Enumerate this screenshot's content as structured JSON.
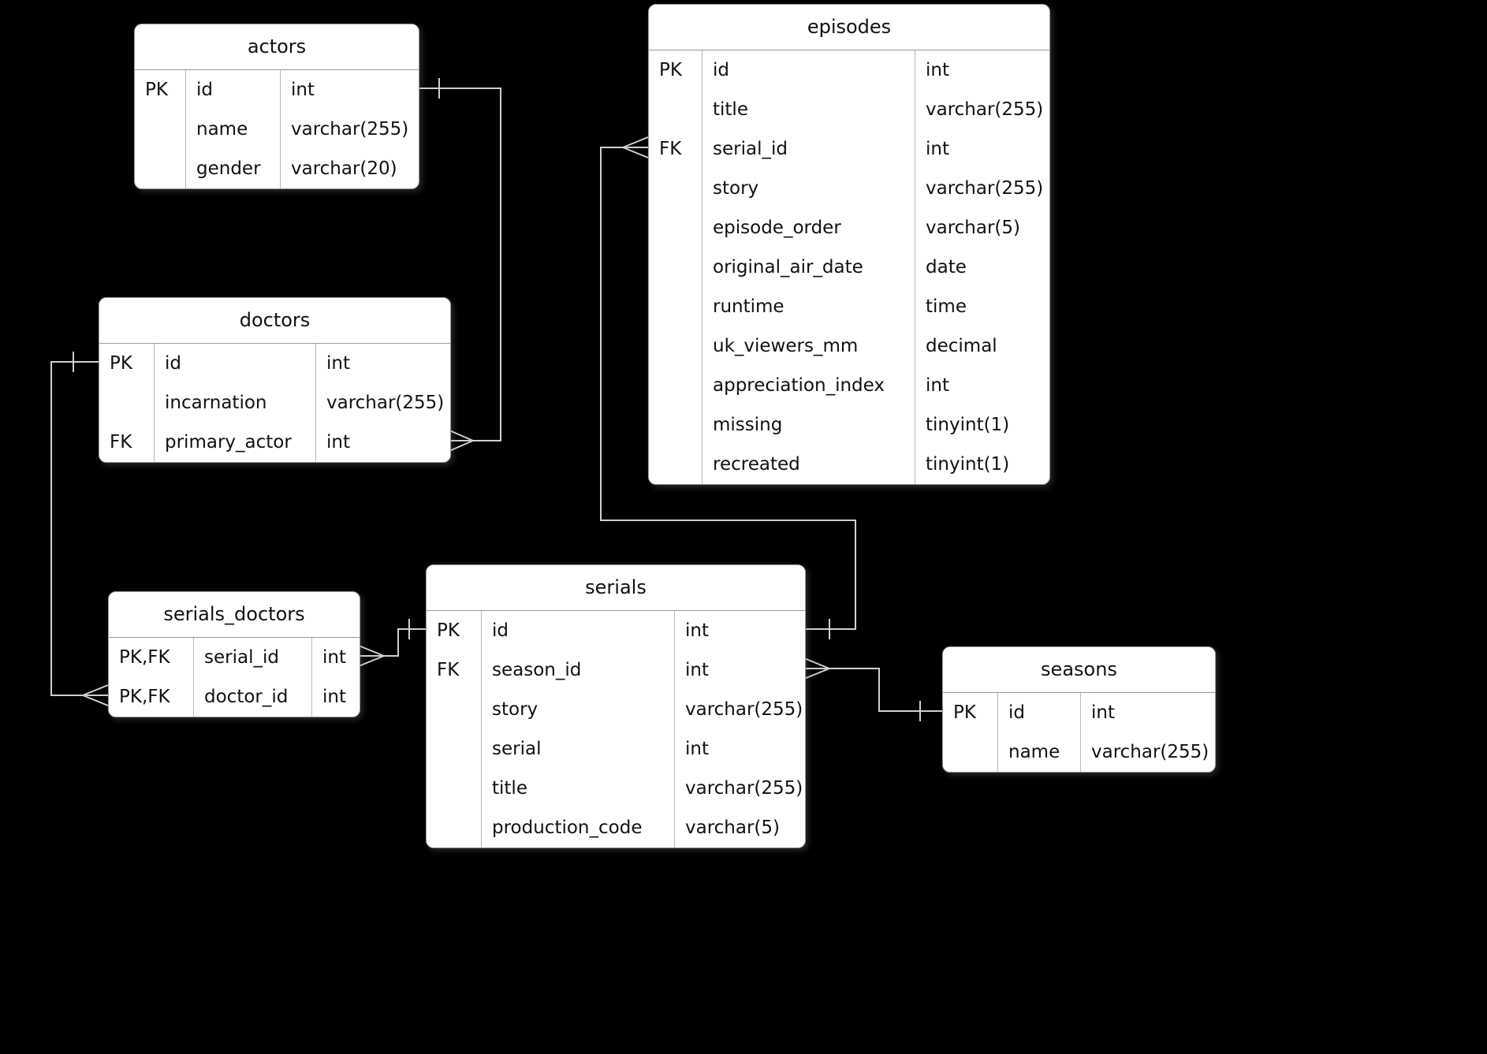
{
  "diagram_type": "entity-relationship-diagram",
  "colors": {
    "background": "#000000",
    "table_fill": "#ffffff",
    "table_border": "#9a9a9a",
    "text": "#111111",
    "relationship_line": "#cfcfcf"
  },
  "tables": {
    "actors": {
      "title": "actors",
      "rows": [
        {
          "key": "PK",
          "name": "id",
          "type": "int"
        },
        {
          "key": "",
          "name": "name",
          "type": "varchar(255)"
        },
        {
          "key": "",
          "name": "gender",
          "type": "varchar(20)"
        }
      ]
    },
    "episodes": {
      "title": "episodes",
      "rows": [
        {
          "key": "PK",
          "name": "id",
          "type": "int"
        },
        {
          "key": "",
          "name": "title",
          "type": "varchar(255)"
        },
        {
          "key": "FK",
          "name": "serial_id",
          "type": "int"
        },
        {
          "key": "",
          "name": "story",
          "type": "varchar(255)"
        },
        {
          "key": "",
          "name": "episode_order",
          "type": "varchar(5)"
        },
        {
          "key": "",
          "name": "original_air_date",
          "type": "date"
        },
        {
          "key": "",
          "name": "runtime",
          "type": "time"
        },
        {
          "key": "",
          "name": "uk_viewers_mm",
          "type": "decimal"
        },
        {
          "key": "",
          "name": "appreciation_index",
          "type": "int"
        },
        {
          "key": "",
          "name": "missing",
          "type": "tinyint(1)"
        },
        {
          "key": "",
          "name": "recreated",
          "type": "tinyint(1)"
        }
      ]
    },
    "doctors": {
      "title": "doctors",
      "rows": [
        {
          "key": "PK",
          "name": "id",
          "type": "int"
        },
        {
          "key": "",
          "name": "incarnation",
          "type": "varchar(255)"
        },
        {
          "key": "FK",
          "name": "primary_actor",
          "type": "int"
        }
      ]
    },
    "serials_doctors": {
      "title": "serials_doctors",
      "rows": [
        {
          "key": "PK,FK",
          "name": "serial_id",
          "type": "int"
        },
        {
          "key": "PK,FK",
          "name": "doctor_id",
          "type": "int"
        }
      ]
    },
    "serials": {
      "title": "serials",
      "rows": [
        {
          "key": "PK",
          "name": "id",
          "type": "int"
        },
        {
          "key": "FK",
          "name": "season_id",
          "type": "int"
        },
        {
          "key": "",
          "name": "story",
          "type": "varchar(255)"
        },
        {
          "key": "",
          "name": "serial",
          "type": "int"
        },
        {
          "key": "",
          "name": "title",
          "type": "varchar(255)"
        },
        {
          "key": "",
          "name": "production_code",
          "type": "varchar(5)"
        }
      ]
    },
    "seasons": {
      "title": "seasons",
      "rows": [
        {
          "key": "PK",
          "name": "id",
          "type": "int"
        },
        {
          "key": "",
          "name": "name",
          "type": "varchar(255)"
        }
      ]
    }
  },
  "relationships": [
    {
      "from": "doctors.primary_actor",
      "to": "actors.id",
      "from_cardinality": "many",
      "to_cardinality": "one"
    },
    {
      "from": "serials_doctors.doctor_id",
      "to": "doctors.id",
      "from_cardinality": "many",
      "to_cardinality": "one"
    },
    {
      "from": "serials_doctors.serial_id",
      "to": "serials.id",
      "from_cardinality": "many",
      "to_cardinality": "one"
    },
    {
      "from": "episodes.serial_id",
      "to": "serials.id",
      "from_cardinality": "many",
      "to_cardinality": "one"
    },
    {
      "from": "serials.season_id",
      "to": "seasons.id",
      "from_cardinality": "many",
      "to_cardinality": "one"
    }
  ]
}
